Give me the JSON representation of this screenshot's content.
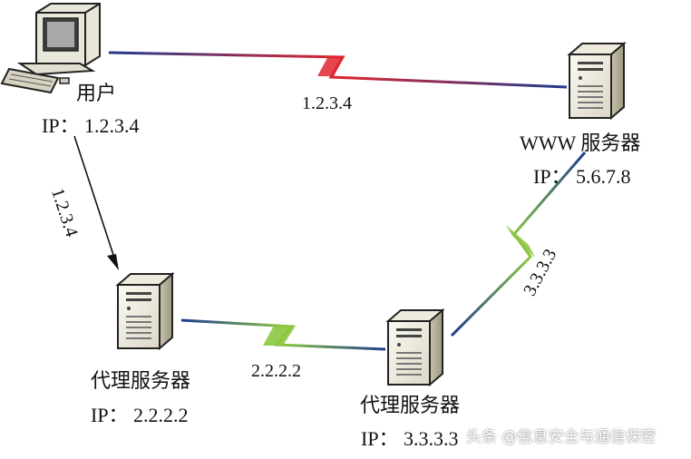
{
  "nodes": {
    "user": {
      "name": "用户",
      "ip": "IP：  1.2.3.4"
    },
    "www_server": {
      "name": "WWW  服务器",
      "ip": "IP：  5.6.7.8"
    },
    "proxy1": {
      "name": "代理服务器",
      "ip": "IP：  2.2.2.2"
    },
    "proxy2": {
      "name": "代理服务器",
      "ip": "IP：  3.3.3.3"
    }
  },
  "links": {
    "user_to_www": "1.2.3.4",
    "user_to_proxy1": "1.2.3.4",
    "proxy1_to_proxy2": "2.2.2.2",
    "proxy2_to_www": "3.3.3.3"
  },
  "watermark": "头条 @信息安全与通信保密",
  "colors": {
    "link_red": "#e0242f",
    "link_green": "#8cc63f",
    "link_blue": "#1f3a8f",
    "server_body": "#f2efe4",
    "server_dark": "#222222"
  },
  "icons": [
    "computer-icon",
    "server-icon",
    "lightning-link-icon",
    "arrow-icon"
  ]
}
